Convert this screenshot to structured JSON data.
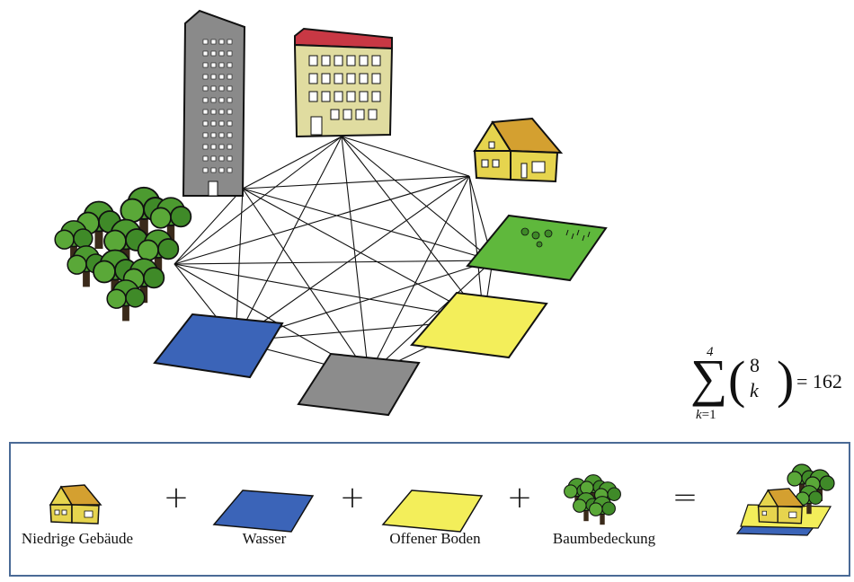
{
  "formula": {
    "upper_limit": "4",
    "lower_limit_var": "k",
    "lower_limit_rest": "=1",
    "binom_top": "8",
    "binom_bottom": "k",
    "result": "= 162"
  },
  "legend": {
    "items": [
      {
        "label": "Niedrige Gebäude"
      },
      {
        "label": "Wasser"
      },
      {
        "label": "Offener Boden"
      },
      {
        "label": "Baumbedeckung"
      }
    ],
    "plus": "+",
    "equals": "="
  },
  "colors": {
    "water": "#3b64b8",
    "bare_soil": "#f3ee5a",
    "grass": "#5fb83c",
    "impervious": "#8c8c8c",
    "building_wall": "#e0dca0",
    "roof_red": "#c83844",
    "house_wall": "#e6d44e",
    "house_roof": "#d4a030",
    "tower": "#8a8a8a",
    "tree": "#4c9a30",
    "box_border": "#4a6a96"
  },
  "icons": [
    "tower-icon",
    "office-building-icon",
    "house-icon",
    "forest-icon",
    "grass-patch-icon",
    "bare-soil-patch-icon",
    "impervious-patch-icon",
    "water-patch-icon"
  ]
}
